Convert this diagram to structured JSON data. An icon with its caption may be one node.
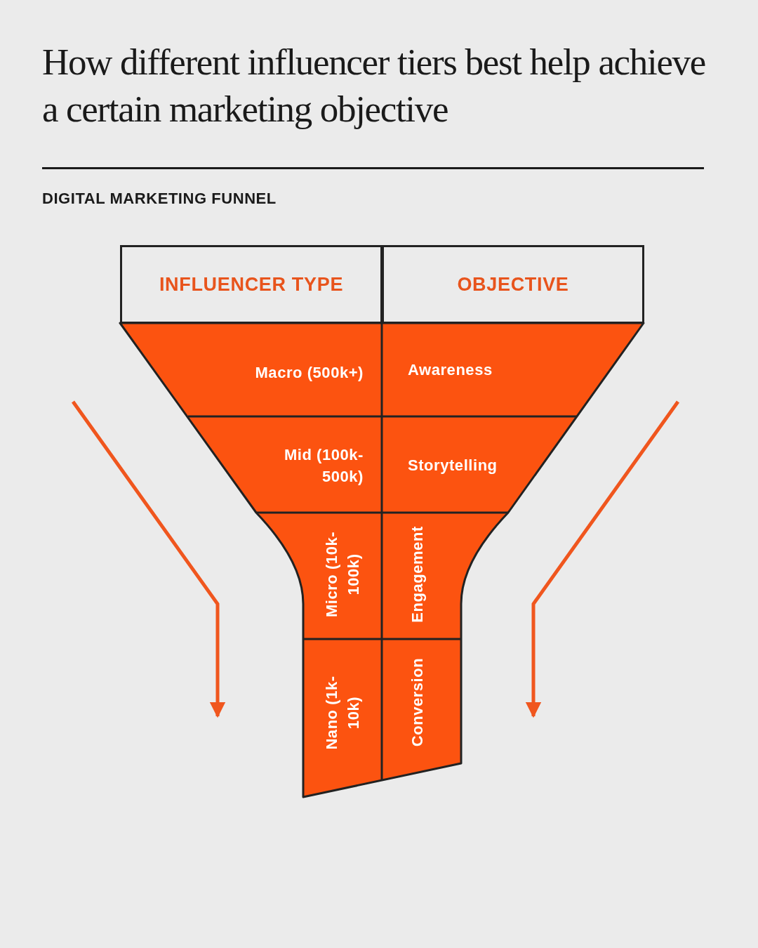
{
  "diagram": {
    "title": "How different influencer tiers best help achieve a certain marketing objective",
    "nodes": [
      {
        "text": [
          "INFLUENCER TYPE"
        ]
      },
      {
        "text": [
          "OBJECTIVE"
        ]
      },
      {
        "text": [
          "Macro (500k+)"
        ]
      },
      {
        "text": [
          "Awareness"
        ]
      },
      {
        "text": [
          "Mid (100k-500k)"
        ]
      },
      {
        "text": [
          "Storytelling"
        ]
      },
      {
        "text": [
          "Micro (10k-100k)"
        ]
      },
      {
        "text": [
          "Engagement"
        ]
      },
      {
        "text": [
          "Nano (1k-10k)"
        ]
      },
      {
        "text": [
          "Conversion"
        ]
      }
    ],
    "labels": [
      "DIGITAL MARKETING FUNNEL"
    ]
  }
}
